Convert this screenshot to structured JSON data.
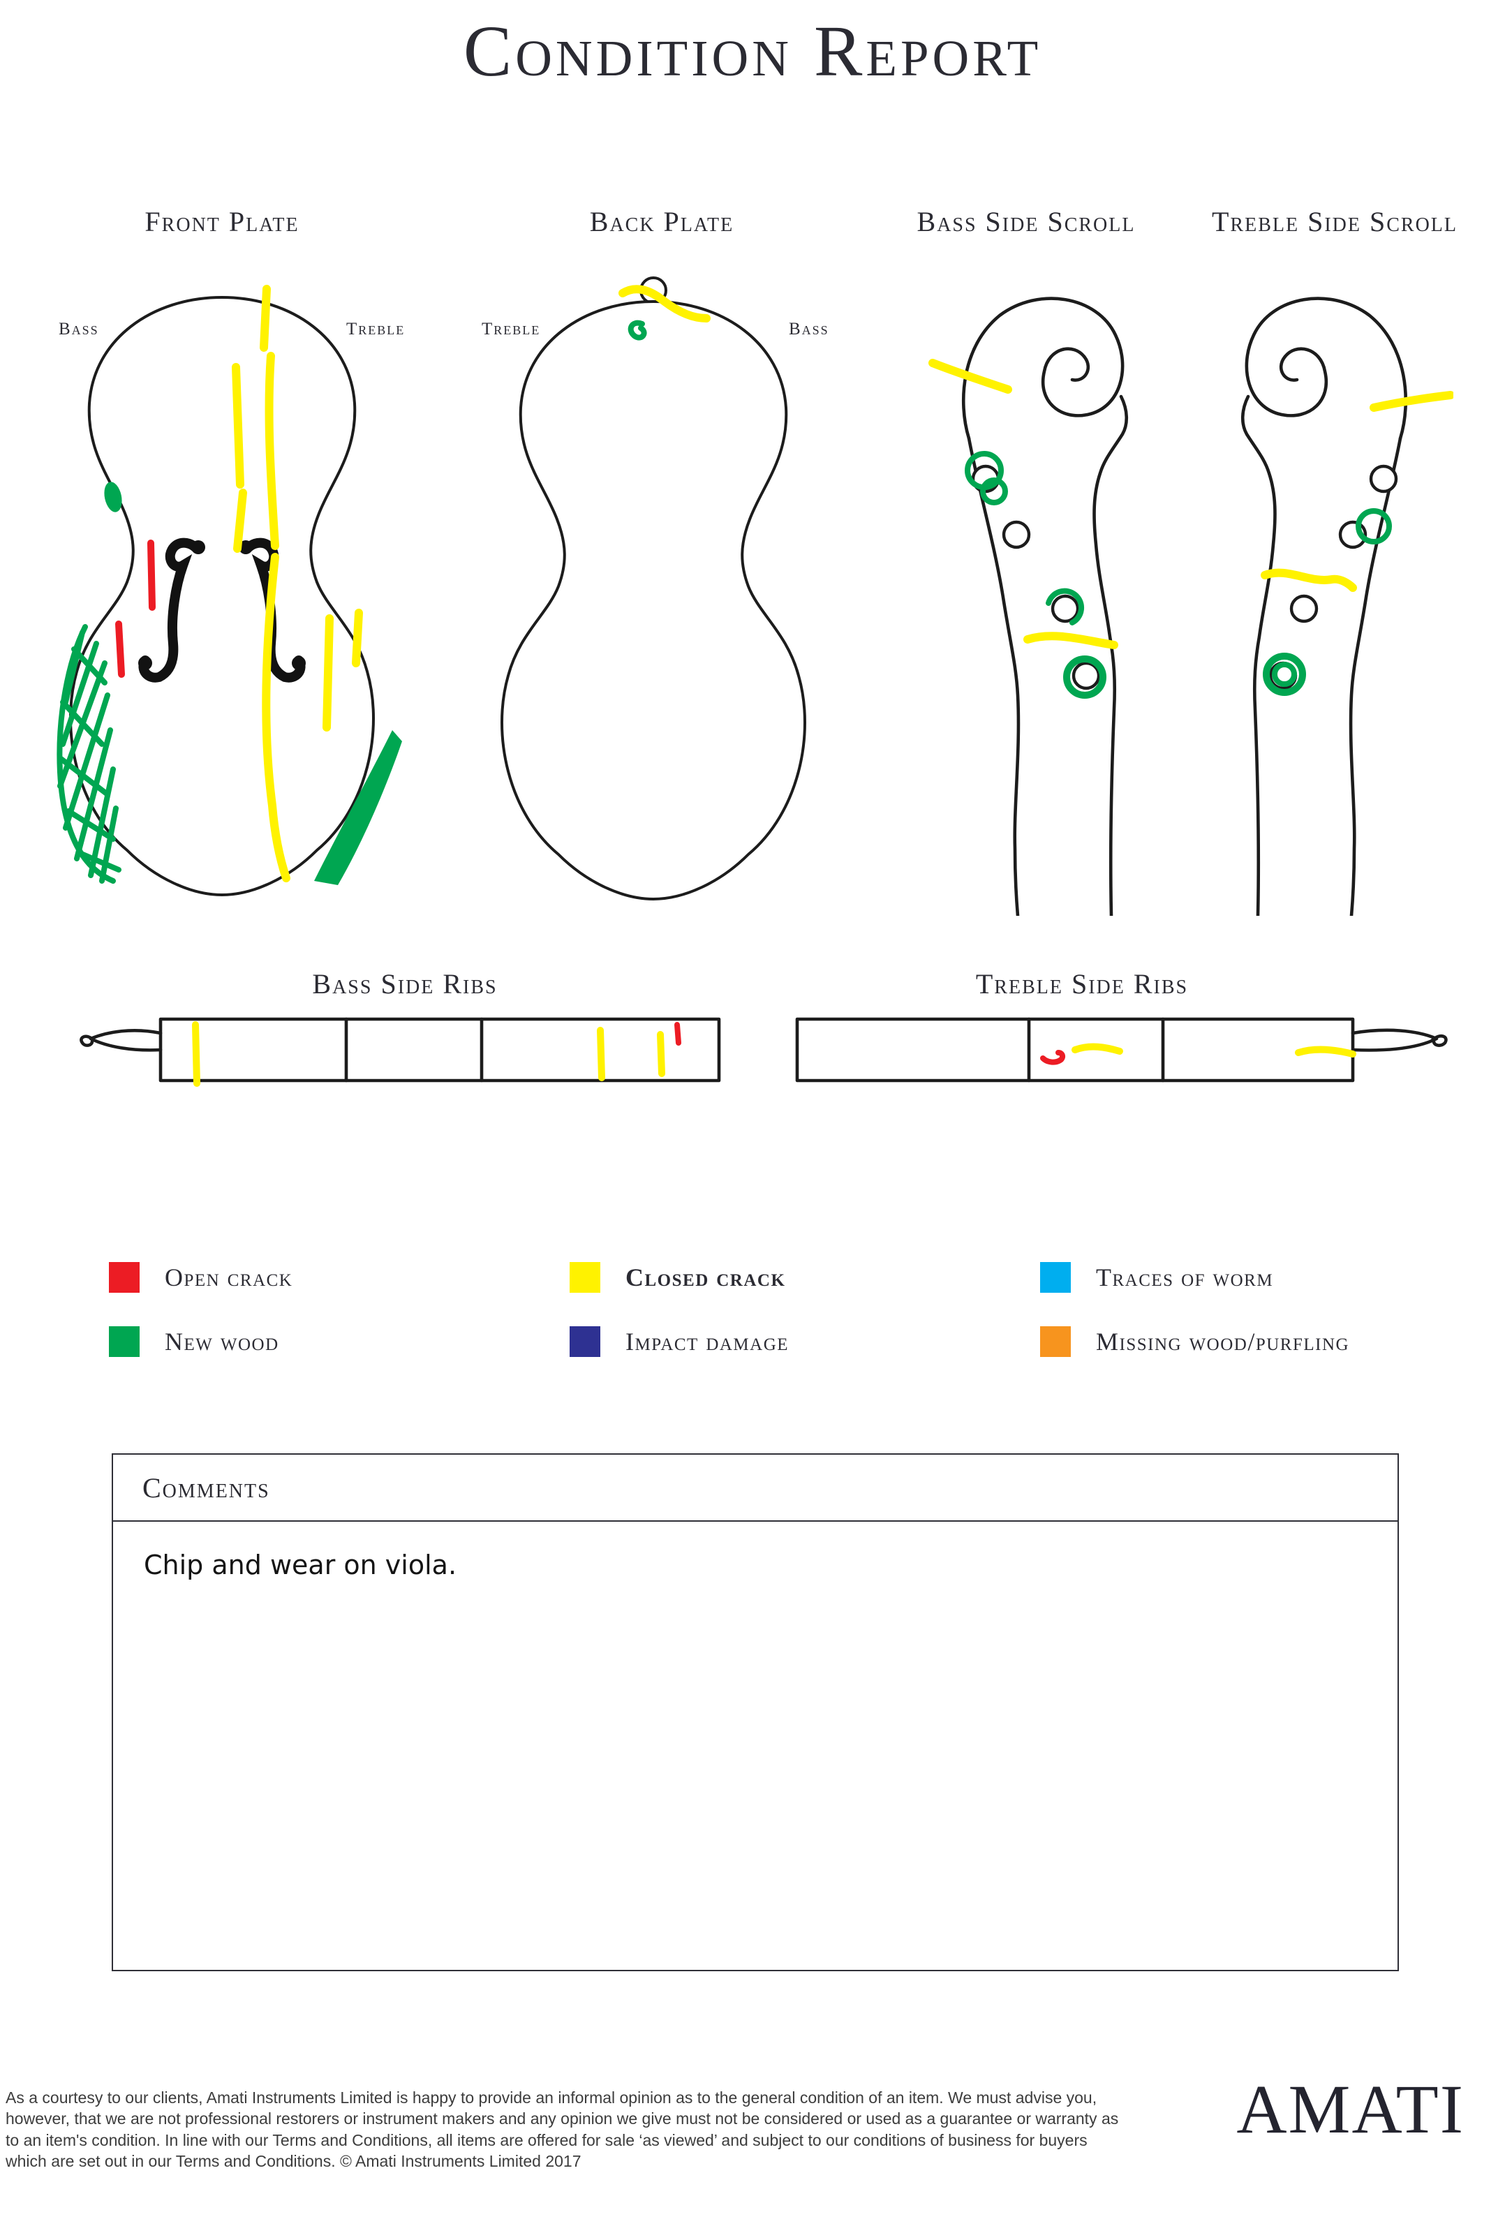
{
  "title": "Condition Report",
  "sections": {
    "front_plate": {
      "title": "Front Plate",
      "left": "Bass",
      "right": "Treble"
    },
    "back_plate": {
      "title": "Back Plate",
      "left": "Treble",
      "right": "Bass"
    },
    "bass_scroll": {
      "title": "Bass Side Scroll"
    },
    "treble_scroll": {
      "title": "Treble Side Scroll"
    },
    "bass_ribs": {
      "title": "Bass Side Ribs"
    },
    "treble_ribs": {
      "title": "Treble Side Ribs"
    }
  },
  "legend": {
    "items": [
      {
        "id": "open-crack",
        "label": "Open crack",
        "color": "#ec1c24"
      },
      {
        "id": "closed-crack",
        "label": "Closed crack",
        "color": "#fff200"
      },
      {
        "id": "traces-of-worm",
        "label": "Traces of worm",
        "color": "#00aeef"
      },
      {
        "id": "new-wood",
        "label": "New wood",
        "color": "#00a651"
      },
      {
        "id": "impact-damage",
        "label": "Impact damage",
        "color": "#2e3192"
      },
      {
        "id": "missing-wood-purfling",
        "label": "Missing wood/purfling",
        "color": "#f7941e"
      }
    ]
  },
  "comments": {
    "title": "Comments",
    "text": "Chip and wear on viola."
  },
  "footer": {
    "disclaimer": "As a courtesy to our clients, Amati Instruments Limited is happy to provide an informal opinion as to the general condition of an item. We must advise you, however, that we are not professional restorers or instrument makers and any opinion we give must not be considered or used as a guarantee or warranty as to an item's condition. In line with our Terms and Conditions, all items are offered for sale ‘as viewed’ and subject to our conditions of business for buyers which are set out in our Terms and Conditions. © Amati Instruments Limited 2017",
    "brand": "AMATI"
  }
}
